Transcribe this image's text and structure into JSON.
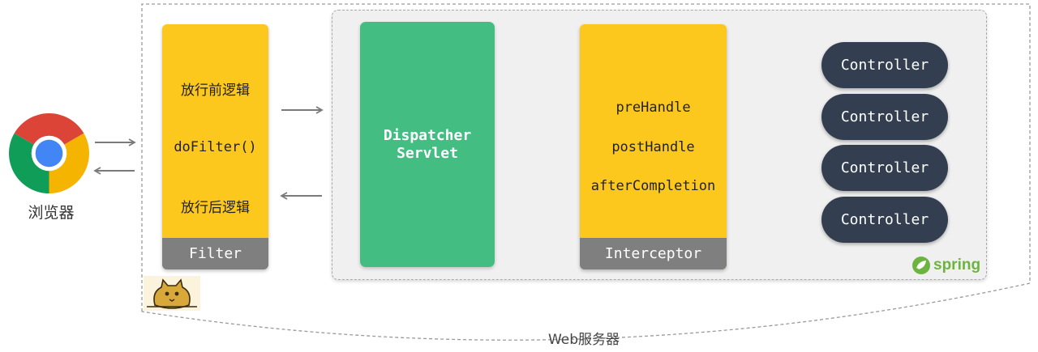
{
  "browser": {
    "label": "浏览器"
  },
  "web_server": {
    "label": "Web服务器"
  },
  "filter": {
    "before_text": "放行前逻辑",
    "method_text": "doFilter()",
    "after_text": "放行后逻辑",
    "footer_label": "Filter"
  },
  "dispatcher": {
    "line1": "Dispatcher",
    "line2": "Servlet"
  },
  "interceptor": {
    "pre": "preHandle",
    "post": "postHandle",
    "after": "afterCompletion",
    "footer_label": "Interceptor"
  },
  "controllers": [
    "Controller",
    "Controller",
    "Controller",
    "Controller"
  ],
  "spring": {
    "logo_text": "spring"
  },
  "colors": {
    "filter_yellow": "#fcc81d",
    "dispatcher_green": "#44bd82",
    "controller_navy": "#333f50",
    "footer_gray": "#7f7f7f",
    "spring_green": "#6db33f"
  }
}
